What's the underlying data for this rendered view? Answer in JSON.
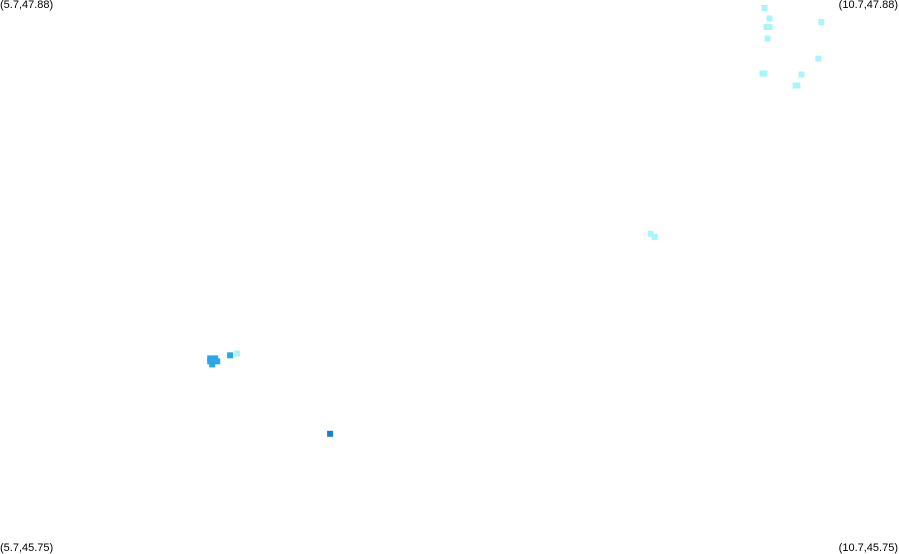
{
  "map": {
    "corners": {
      "top_left": "(5.7,47.88)",
      "top_right": "(10.7,47.88)",
      "bottom_left": "(5.7,45.75)",
      "bottom_right": "(10.7,45.75)"
    },
    "extent": {
      "lon_min": 5.7,
      "lon_max": 10.7,
      "lat_min": 45.75,
      "lat_max": 47.88
    },
    "colors": {
      "cat_light": "#a8f5fa",
      "cat_mid": "#2aa6ee",
      "cat_dark": "#1a7ed0"
    },
    "points": [
      {
        "lon": 9.952,
        "lat": 47.849,
        "cat": "cat_light"
      },
      {
        "lon": 9.98,
        "lat": 47.809,
        "cat": "cat_light"
      },
      {
        "lon": 9.963,
        "lat": 47.776,
        "cat": "cat_light"
      },
      {
        "lon": 9.98,
        "lat": 47.776,
        "cat": "cat_light"
      },
      {
        "lon": 9.969,
        "lat": 47.731,
        "cat": "cat_light"
      },
      {
        "lon": 10.268,
        "lat": 47.795,
        "cat": "cat_light"
      },
      {
        "lon": 10.252,
        "lat": 47.654,
        "cat": "cat_light"
      },
      {
        "lon": 9.941,
        "lat": 47.596,
        "cat": "cat_light"
      },
      {
        "lon": 9.952,
        "lat": 47.596,
        "cat": "cat_light"
      },
      {
        "lon": 10.158,
        "lat": 47.592,
        "cat": "cat_light"
      },
      {
        "lon": 10.125,
        "lat": 47.55,
        "cat": "cat_light"
      },
      {
        "lon": 10.135,
        "lat": 47.55,
        "cat": "cat_light"
      },
      {
        "lon": 9.319,
        "lat": 46.978,
        "cat": "cat_light"
      },
      {
        "lon": 9.341,
        "lat": 46.966,
        "cat": "cat_light"
      },
      {
        "lon": 7.019,
        "lat": 46.516,
        "cat": "cat_light"
      },
      {
        "lon": 6.98,
        "lat": 46.509,
        "cat": "cat_mid"
      },
      {
        "lon": 6.869,
        "lat": 46.497,
        "cat": "cat_mid"
      },
      {
        "lon": 6.897,
        "lat": 46.497,
        "cat": "cat_mid"
      },
      {
        "lon": 6.869,
        "lat": 46.486,
        "cat": "cat_mid"
      },
      {
        "lon": 6.891,
        "lat": 46.486,
        "cat": "cat_mid"
      },
      {
        "lon": 6.908,
        "lat": 46.486,
        "cat": "cat_mid"
      },
      {
        "lon": 6.88,
        "lat": 46.474,
        "cat": "cat_mid"
      },
      {
        "lon": 7.536,
        "lat": 46.206,
        "cat": "cat_dark"
      }
    ]
  }
}
